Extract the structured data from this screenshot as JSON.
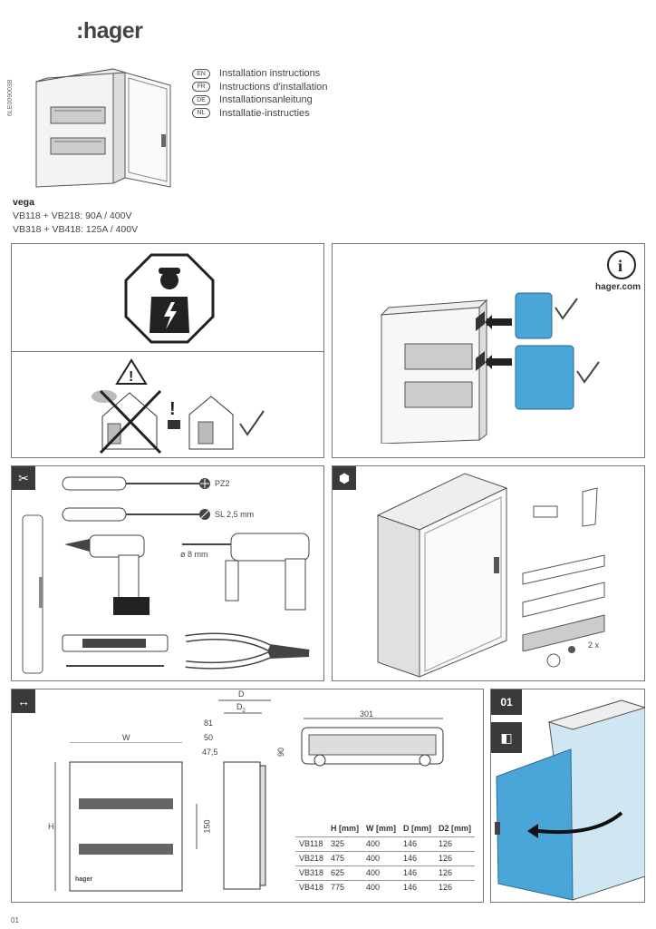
{
  "header": {
    "logo": ":hager",
    "doc_code": "6LE009003B"
  },
  "languages": [
    {
      "code": "EN",
      "label": "Installation instructions"
    },
    {
      "code": "FR",
      "label": "Instructions d'installation"
    },
    {
      "code": "DE",
      "label": "Installationsanleitung"
    },
    {
      "code": "NL",
      "label": "Installatie-instructies"
    }
  ],
  "product": {
    "name": "vega",
    "line1": "VB118 + VB218: 90A / 400V",
    "line2": "VB318 + VB418: 125A / 400V"
  },
  "info_panel": {
    "url": "hager.com"
  },
  "tools_panel": {
    "pz": "PZ2",
    "sl": "SL 2,5 mm",
    "drill": "ø 8 mm"
  },
  "contents_panel": {
    "qty": "2 x"
  },
  "dimensions": {
    "w_label": "W",
    "h_label": "H",
    "d_label": "D",
    "d2_label": "D",
    "d2_sub": "2",
    "v81": "81",
    "v50": "50",
    "v475": "47,5",
    "v150": "150",
    "v301": "301",
    "v90": "90",
    "brand_small": "hager",
    "table": {
      "headers": [
        "",
        "H [mm]",
        "W [mm]",
        "D [mm]",
        "D2 [mm]"
      ],
      "rows": [
        [
          "VB118",
          "325",
          "400",
          "146",
          "126"
        ],
        [
          "VB218",
          "475",
          "400",
          "146",
          "126"
        ],
        [
          "VB318",
          "625",
          "400",
          "146",
          "126"
        ],
        [
          "VB418",
          "775",
          "400",
          "146",
          "126"
        ]
      ]
    }
  },
  "step": {
    "number": "01"
  },
  "footer": {
    "page": "01"
  }
}
